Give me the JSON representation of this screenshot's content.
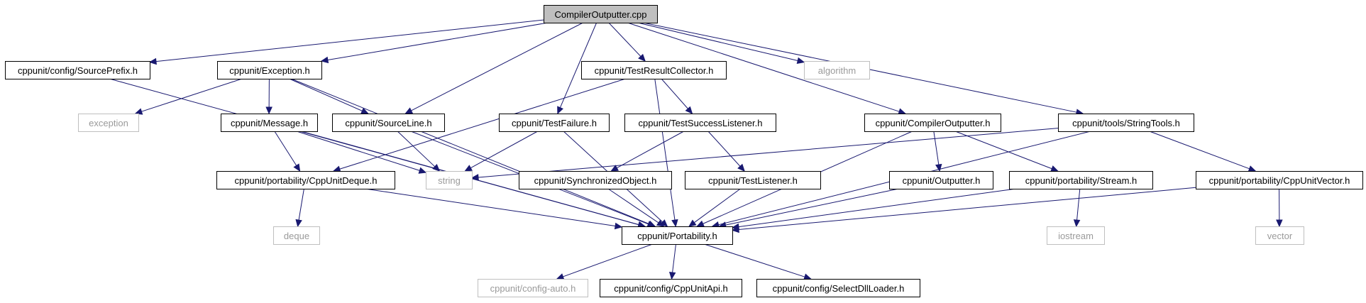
{
  "diagram": {
    "title": "CompilerOutputter.cpp",
    "colors": {
      "edge": "#191970",
      "root_fill": "#bfbfbf",
      "local_border": "#000000",
      "system_border": "#bfbfbf",
      "system_text": "#9a9a9a"
    },
    "nodes": [
      {
        "id": "root",
        "label": "CompilerOutputter.cpp",
        "kind": "root"
      },
      {
        "id": "sourceprefix",
        "label": "cppunit/config/SourcePrefix.h",
        "kind": "local"
      },
      {
        "id": "exception_h",
        "label": "cppunit/Exception.h",
        "kind": "local"
      },
      {
        "id": "sourceline",
        "label": "cppunit/SourceLine.h",
        "kind": "local"
      },
      {
        "id": "testfailure",
        "label": "cppunit/TestFailure.h",
        "kind": "local"
      },
      {
        "id": "trc",
        "label": "cppunit/TestResultCollector.h",
        "kind": "local"
      },
      {
        "id": "algorithm",
        "label": "algorithm",
        "kind": "system"
      },
      {
        "id": "compout_h",
        "label": "cppunit/CompilerOutputter.h",
        "kind": "local"
      },
      {
        "id": "stringtools",
        "label": "cppunit/tools/StringTools.h",
        "kind": "local"
      },
      {
        "id": "exception",
        "label": "exception",
        "kind": "system"
      },
      {
        "id": "message",
        "label": "cppunit/Message.h",
        "kind": "local"
      },
      {
        "id": "tsl",
        "label": "cppunit/TestSuccessListener.h",
        "kind": "local"
      },
      {
        "id": "string",
        "label": "string",
        "kind": "system"
      },
      {
        "id": "cppunitdeque",
        "label": "cppunit/portability/CppUnitDeque.h",
        "kind": "local"
      },
      {
        "id": "syncobj",
        "label": "cppunit/SynchronizedObject.h",
        "kind": "local"
      },
      {
        "id": "testlistener",
        "label": "cppunit/TestListener.h",
        "kind": "local"
      },
      {
        "id": "outputter",
        "label": "cppunit/Outputter.h",
        "kind": "local"
      },
      {
        "id": "stream",
        "label": "cppunit/portability/Stream.h",
        "kind": "local"
      },
      {
        "id": "cppunitvector",
        "label": "cppunit/portability/CppUnitVector.h",
        "kind": "local"
      },
      {
        "id": "deque",
        "label": "deque",
        "kind": "system"
      },
      {
        "id": "portability",
        "label": "cppunit/Portability.h",
        "kind": "local"
      },
      {
        "id": "iostream",
        "label": "iostream",
        "kind": "system"
      },
      {
        "id": "vector",
        "label": "vector",
        "kind": "system"
      },
      {
        "id": "configauto",
        "label": "cppunit/config-auto.h",
        "kind": "system"
      },
      {
        "id": "cppunitapi",
        "label": "cppunit/config/CppUnitApi.h",
        "kind": "local"
      },
      {
        "id": "selectdll",
        "label": "cppunit/config/SelectDllLoader.h",
        "kind": "local"
      }
    ],
    "edges": [
      [
        "root",
        "sourceprefix"
      ],
      [
        "root",
        "exception_h"
      ],
      [
        "root",
        "sourceline"
      ],
      [
        "root",
        "testfailure"
      ],
      [
        "root",
        "trc"
      ],
      [
        "root",
        "algorithm"
      ],
      [
        "root",
        "compout_h"
      ],
      [
        "root",
        "stringtools"
      ],
      [
        "sourceprefix",
        "portability"
      ],
      [
        "exception_h",
        "exception"
      ],
      [
        "exception_h",
        "message"
      ],
      [
        "exception_h",
        "sourceline"
      ],
      [
        "exception_h",
        "portability"
      ],
      [
        "message",
        "cppunitdeque"
      ],
      [
        "message",
        "string"
      ],
      [
        "message",
        "portability"
      ],
      [
        "sourceline",
        "string"
      ],
      [
        "sourceline",
        "portability"
      ],
      [
        "testfailure",
        "string"
      ],
      [
        "testfailure",
        "portability"
      ],
      [
        "trc",
        "cppunitdeque"
      ],
      [
        "trc",
        "tsl"
      ],
      [
        "trc",
        "portability"
      ],
      [
        "tsl",
        "syncobj"
      ],
      [
        "tsl",
        "testlistener"
      ],
      [
        "syncobj",
        "portability"
      ],
      [
        "testlistener",
        "portability"
      ],
      [
        "cppunitdeque",
        "deque"
      ],
      [
        "cppunitdeque",
        "portability"
      ],
      [
        "compout_h",
        "outputter"
      ],
      [
        "compout_h",
        "stream"
      ],
      [
        "compout_h",
        "portability"
      ],
      [
        "outputter",
        "portability"
      ],
      [
        "stream",
        "iostream"
      ],
      [
        "stream",
        "portability"
      ],
      [
        "stringtools",
        "string"
      ],
      [
        "stringtools",
        "cppunitvector"
      ],
      [
        "stringtools",
        "portability"
      ],
      [
        "cppunitvector",
        "vector"
      ],
      [
        "cppunitvector",
        "portability"
      ],
      [
        "portability",
        "configauto"
      ],
      [
        "portability",
        "cppunitapi"
      ],
      [
        "portability",
        "selectdll"
      ]
    ]
  }
}
